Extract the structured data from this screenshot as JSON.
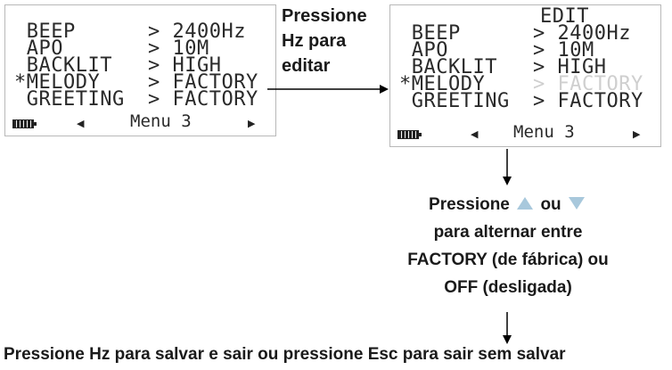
{
  "screen_left": {
    "rows": [
      {
        "label": " BEEP",
        "value": "> 2400Hz"
      },
      {
        "label": " APO",
        "value": "> 10M"
      },
      {
        "label": " BACKLIT",
        "value": "> HIGH"
      },
      {
        "label": "*MELODY",
        "value": "> FACTORY"
      },
      {
        "label": " GREETING",
        "value": "> FACTORY"
      }
    ],
    "menu_label": "Menu 3"
  },
  "screen_right": {
    "edit_label": "EDIT",
    "rows": [
      {
        "label": " BEEP",
        "value": "> 2400Hz"
      },
      {
        "label": " APO",
        "value": "> 10M"
      },
      {
        "label": " BACKLIT",
        "value": "> HIGH"
      },
      {
        "label": "*MELODY",
        "value": "> FACTORY"
      },
      {
        "label": " GREETING",
        "value": "> FACTORY"
      }
    ],
    "menu_label": "Menu 3"
  },
  "steps": {
    "step1_line1": "Pressione",
    "step1_line2": "Hz para",
    "step1_line3": "editar",
    "step2_line1_a": "Pressione",
    "step2_line1_b": "ou",
    "step2_line2": "para alternar entre",
    "step2_line3": "FACTORY (de fábrica) ou",
    "step2_line4": "OFF (desligada)",
    "step3": "Pressione Hz para salvar e sair ou pressione Esc para sair sem salvar"
  },
  "colors": {
    "lcd_text": "#2a2a2a",
    "lcd_dim_text": "#cfcfcf",
    "key_icon": "#a8c8dc",
    "arrow": "#000000"
  },
  "icons": {
    "battery": "battery-icon",
    "left": "left-triangle-icon",
    "right": "right-triangle-icon",
    "up_key": "up-arrow-key-icon",
    "down_key": "down-arrow-key-icon"
  }
}
